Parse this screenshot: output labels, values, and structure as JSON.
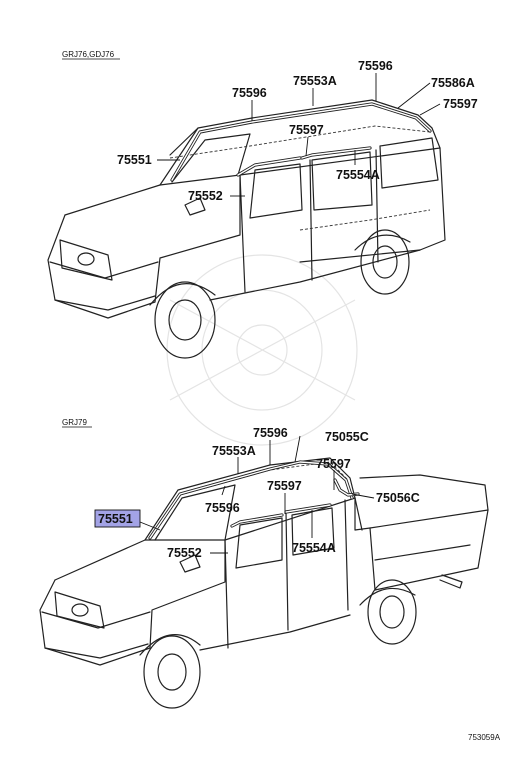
{
  "sections": {
    "top": {
      "title": "GRJ76,GDJ76"
    },
    "bottom": {
      "title": "GRJ79"
    }
  },
  "labels": {
    "top": {
      "l75596a": "75596",
      "l75553a": "75553A",
      "l75596b": "75596",
      "l75586a": "75586A",
      "l75597b": "75597",
      "l75597a": "75597",
      "l75551": "75551",
      "l75554a": "75554A",
      "l75552": "75552"
    },
    "bottom": {
      "l75596a": "75596",
      "l75055c": "75055C",
      "l75553a": "75553A",
      "l75597a": "75597",
      "l75597b": "75597",
      "l75056c": "75056C",
      "l75551": "75551",
      "l75596b": "75596",
      "l75554a": "75554A",
      "l75552": "75552"
    }
  },
  "highlight": {
    "label": "75551",
    "color": "#a3a3e6"
  },
  "figure_code": "753059A"
}
